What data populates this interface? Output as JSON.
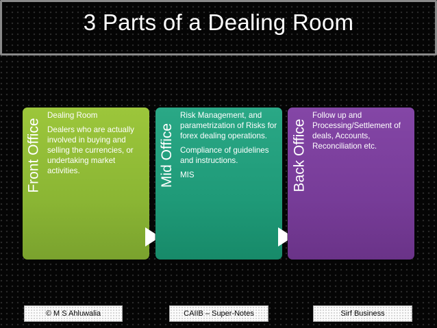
{
  "title": "3 Parts of a Dealing Room",
  "cards": [
    {
      "label": "Front Office",
      "lines": [
        "Dealing Room",
        "Dealers who are actually involved in buying and selling the currencies, or undertaking market activities."
      ]
    },
    {
      "label": "Mid Office",
      "lines": [
        "Risk Management, and parametrization of Risks for forex dealing operations.",
        "Compliance of guidelines and instructions.",
        "MIS"
      ]
    },
    {
      "label": "Back Office",
      "lines": [
        "Follow up and Processing/Settlement of deals, Accounts, Reconciliation etc."
      ]
    }
  ],
  "footer": {
    "left": "© M S Ahluwalia",
    "center": "CAIIB – Super-Notes",
    "right": "Sirf Business"
  },
  "colors": {
    "front": "#8bb634",
    "mid": "#1f9a78",
    "back": "#773c98"
  }
}
